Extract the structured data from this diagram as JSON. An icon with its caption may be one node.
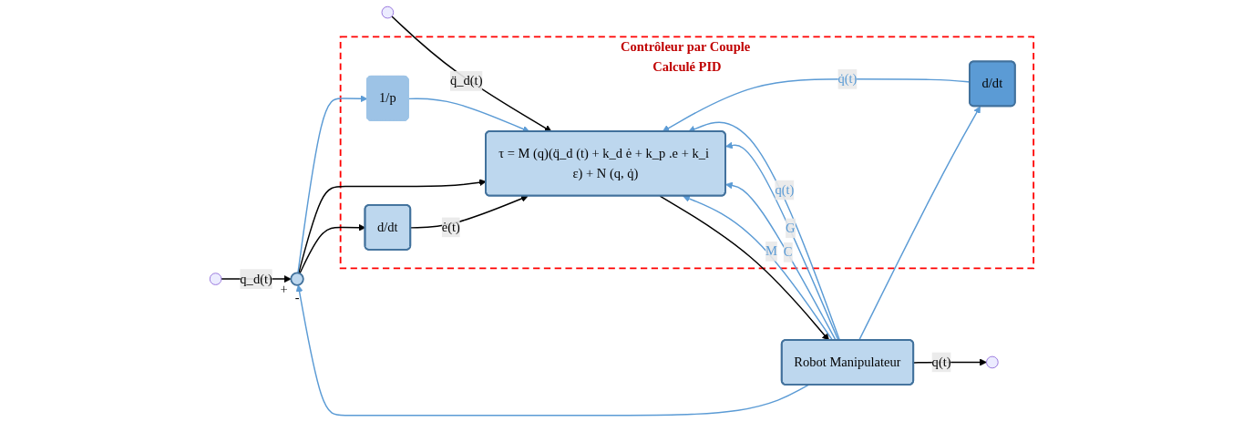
{
  "diagram": {
    "nodes": [
      {
        "text": [],
        "shape": "circle",
        "beside": [
          "+",
          "-"
        ]
      },
      {
        "text": [
          "Contrôleur par Couple Calculé PID"
        ]
      },
      {
        "text": [
          "d/dt"
        ],
        "in": 1
      },
      {
        "text": [
          "τ = M (q)(q̈_d (t) + k_d ė + k_p .e + k_i ε) + N (q, q̇)"
        ],
        "in": 1
      },
      {
        "text": [
          "1/p"
        ],
        "in": 1
      },
      {
        "text": [
          "d/dt"
        ],
        "in": 1
      },
      {
        "text": [
          "Robot Manipulateur"
        ]
      }
    ],
    "edges": [
      {
        "from": null,
        "to": 0,
        "arrow": "to",
        "label": "q_d(t)",
        "color": "#000000"
      },
      {
        "from": 0,
        "to": 2,
        "arrow": "to",
        "color": "#000000"
      },
      {
        "from": 2,
        "to": 3,
        "arrow": "to",
        "label": "ė(t)",
        "color": "#000000"
      },
      {
        "from": 0,
        "to": 3,
        "arrow": "to",
        "color": "#000000"
      },
      {
        "from": 0,
        "to": 4,
        "arrow": "to"
      },
      {
        "from": 4,
        "to": 3,
        "arrow": "to"
      },
      {
        "from": null,
        "to": 3,
        "arrow": "to",
        "label": "q̈_d(t)",
        "color": "#000000"
      },
      {
        "from": 3,
        "to": 6,
        "arrow": "to",
        "color": "#000000"
      },
      {
        "from": 6,
        "to": null,
        "arrow": "to",
        "label": "q(t)",
        "color": "#000000"
      },
      {
        "from": 6,
        "to": 3,
        "arrow": "to",
        "label": "M"
      },
      {
        "from": 6,
        "to": 3,
        "arrow": "to",
        "label": "C"
      },
      {
        "from": 6,
        "to": 3,
        "arrow": "to",
        "label": "G"
      },
      {
        "from": 6,
        "to": 0,
        "arrow": "to"
      },
      {
        "from": 6,
        "to": 3,
        "arrow": "to",
        "label": "q(t)"
      },
      {
        "from": 6,
        "to": 5,
        "arrow": "to"
      },
      {
        "from": 5,
        "to": 3,
        "arrow": "to",
        "label": "q̇(t)"
      }
    ]
  }
}
